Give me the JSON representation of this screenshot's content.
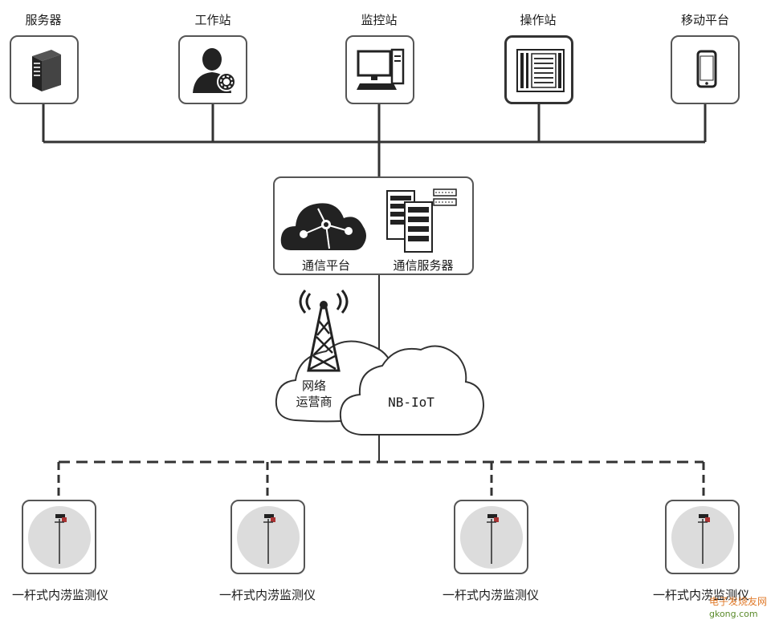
{
  "top_nodes": [
    {
      "label": "服务器",
      "icon": "server-tower-icon"
    },
    {
      "label": "工作站",
      "icon": "person-gear-icon"
    },
    {
      "label": "监控站",
      "icon": "desktop-monitor-icon"
    },
    {
      "label": "操作站",
      "icon": "control-panel-icon"
    },
    {
      "label": "移动平台",
      "icon": "mobile-phone-icon"
    }
  ],
  "platform_group": {
    "left_label": "通信平台",
    "left_icon": "network-cloud-icon",
    "right_label": "通信服务器",
    "right_icon": "server-rack-icon"
  },
  "network": {
    "operator_label_line1": "网络",
    "operator_label_line2": "运营商",
    "tower_icon": "radio-tower-icon",
    "nbiot_label": "NB-IoT"
  },
  "bottom_nodes": [
    {
      "label": "一杆式内涝监测仪",
      "icon": "monitor-pole-icon"
    },
    {
      "label": "一杆式内涝监测仪",
      "icon": "monitor-pole-icon"
    },
    {
      "label": "一杆式内涝监测仪",
      "icon": "monitor-pole-icon"
    },
    {
      "label": "一杆式内涝监测仪",
      "icon": "monitor-pole-icon"
    }
  ],
  "watermark": {
    "brand": "电子发烧友网",
    "domain": "gkong.com"
  }
}
